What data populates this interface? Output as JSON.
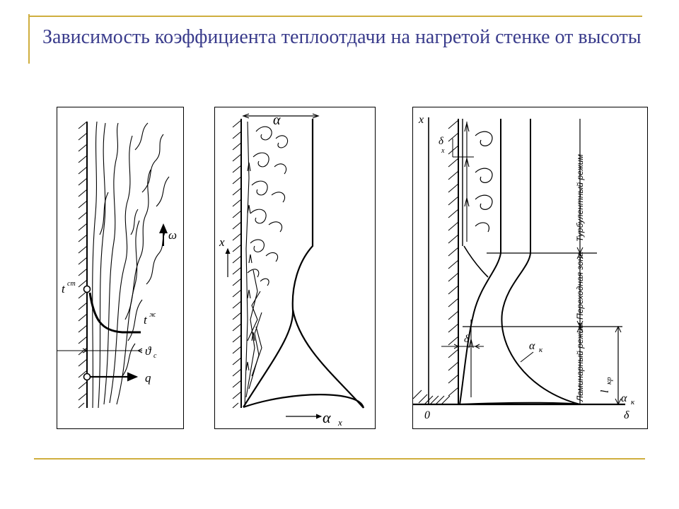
{
  "slide": {
    "title": "Зависимость коэффициента теплоотдачи на нагретой стенке от высоты"
  },
  "panel1": {
    "label_t_wall": "t",
    "label_t_wall_sup": "ст",
    "label_t_fluid": "t",
    "label_t_fluid_sup": "ж",
    "label_velocity": "ω",
    "label_thickness": "ϑ",
    "label_thickness_sub": "с",
    "label_heat_flux": "q"
  },
  "panel2": {
    "label_alpha_top": "α",
    "label_height": "x",
    "label_alpha_x": "α",
    "label_alpha_x_sub": "x"
  },
  "panel3": {
    "label_height": "x",
    "label_delta_top": "δ",
    "label_delta_top_sub": "x",
    "label_delta_bottom": "δ",
    "label_alpha_k": "α",
    "label_alpha_k_sub": "к",
    "label_origin": "0",
    "label_turbulent": "Турбулентный режим",
    "label_transition": "Переходная зона",
    "label_laminar": "Ламинарный режим",
    "label_l_kr": "l",
    "label_l_kr_sub": "кр",
    "label_alpha_axis": "α",
    "label_alpha_axis_sub": "к",
    "label_delta_axis": "δ"
  },
  "colors": {
    "title": "#3a3c8c",
    "accent_line": "#cfae3e",
    "ink": "#000000"
  }
}
